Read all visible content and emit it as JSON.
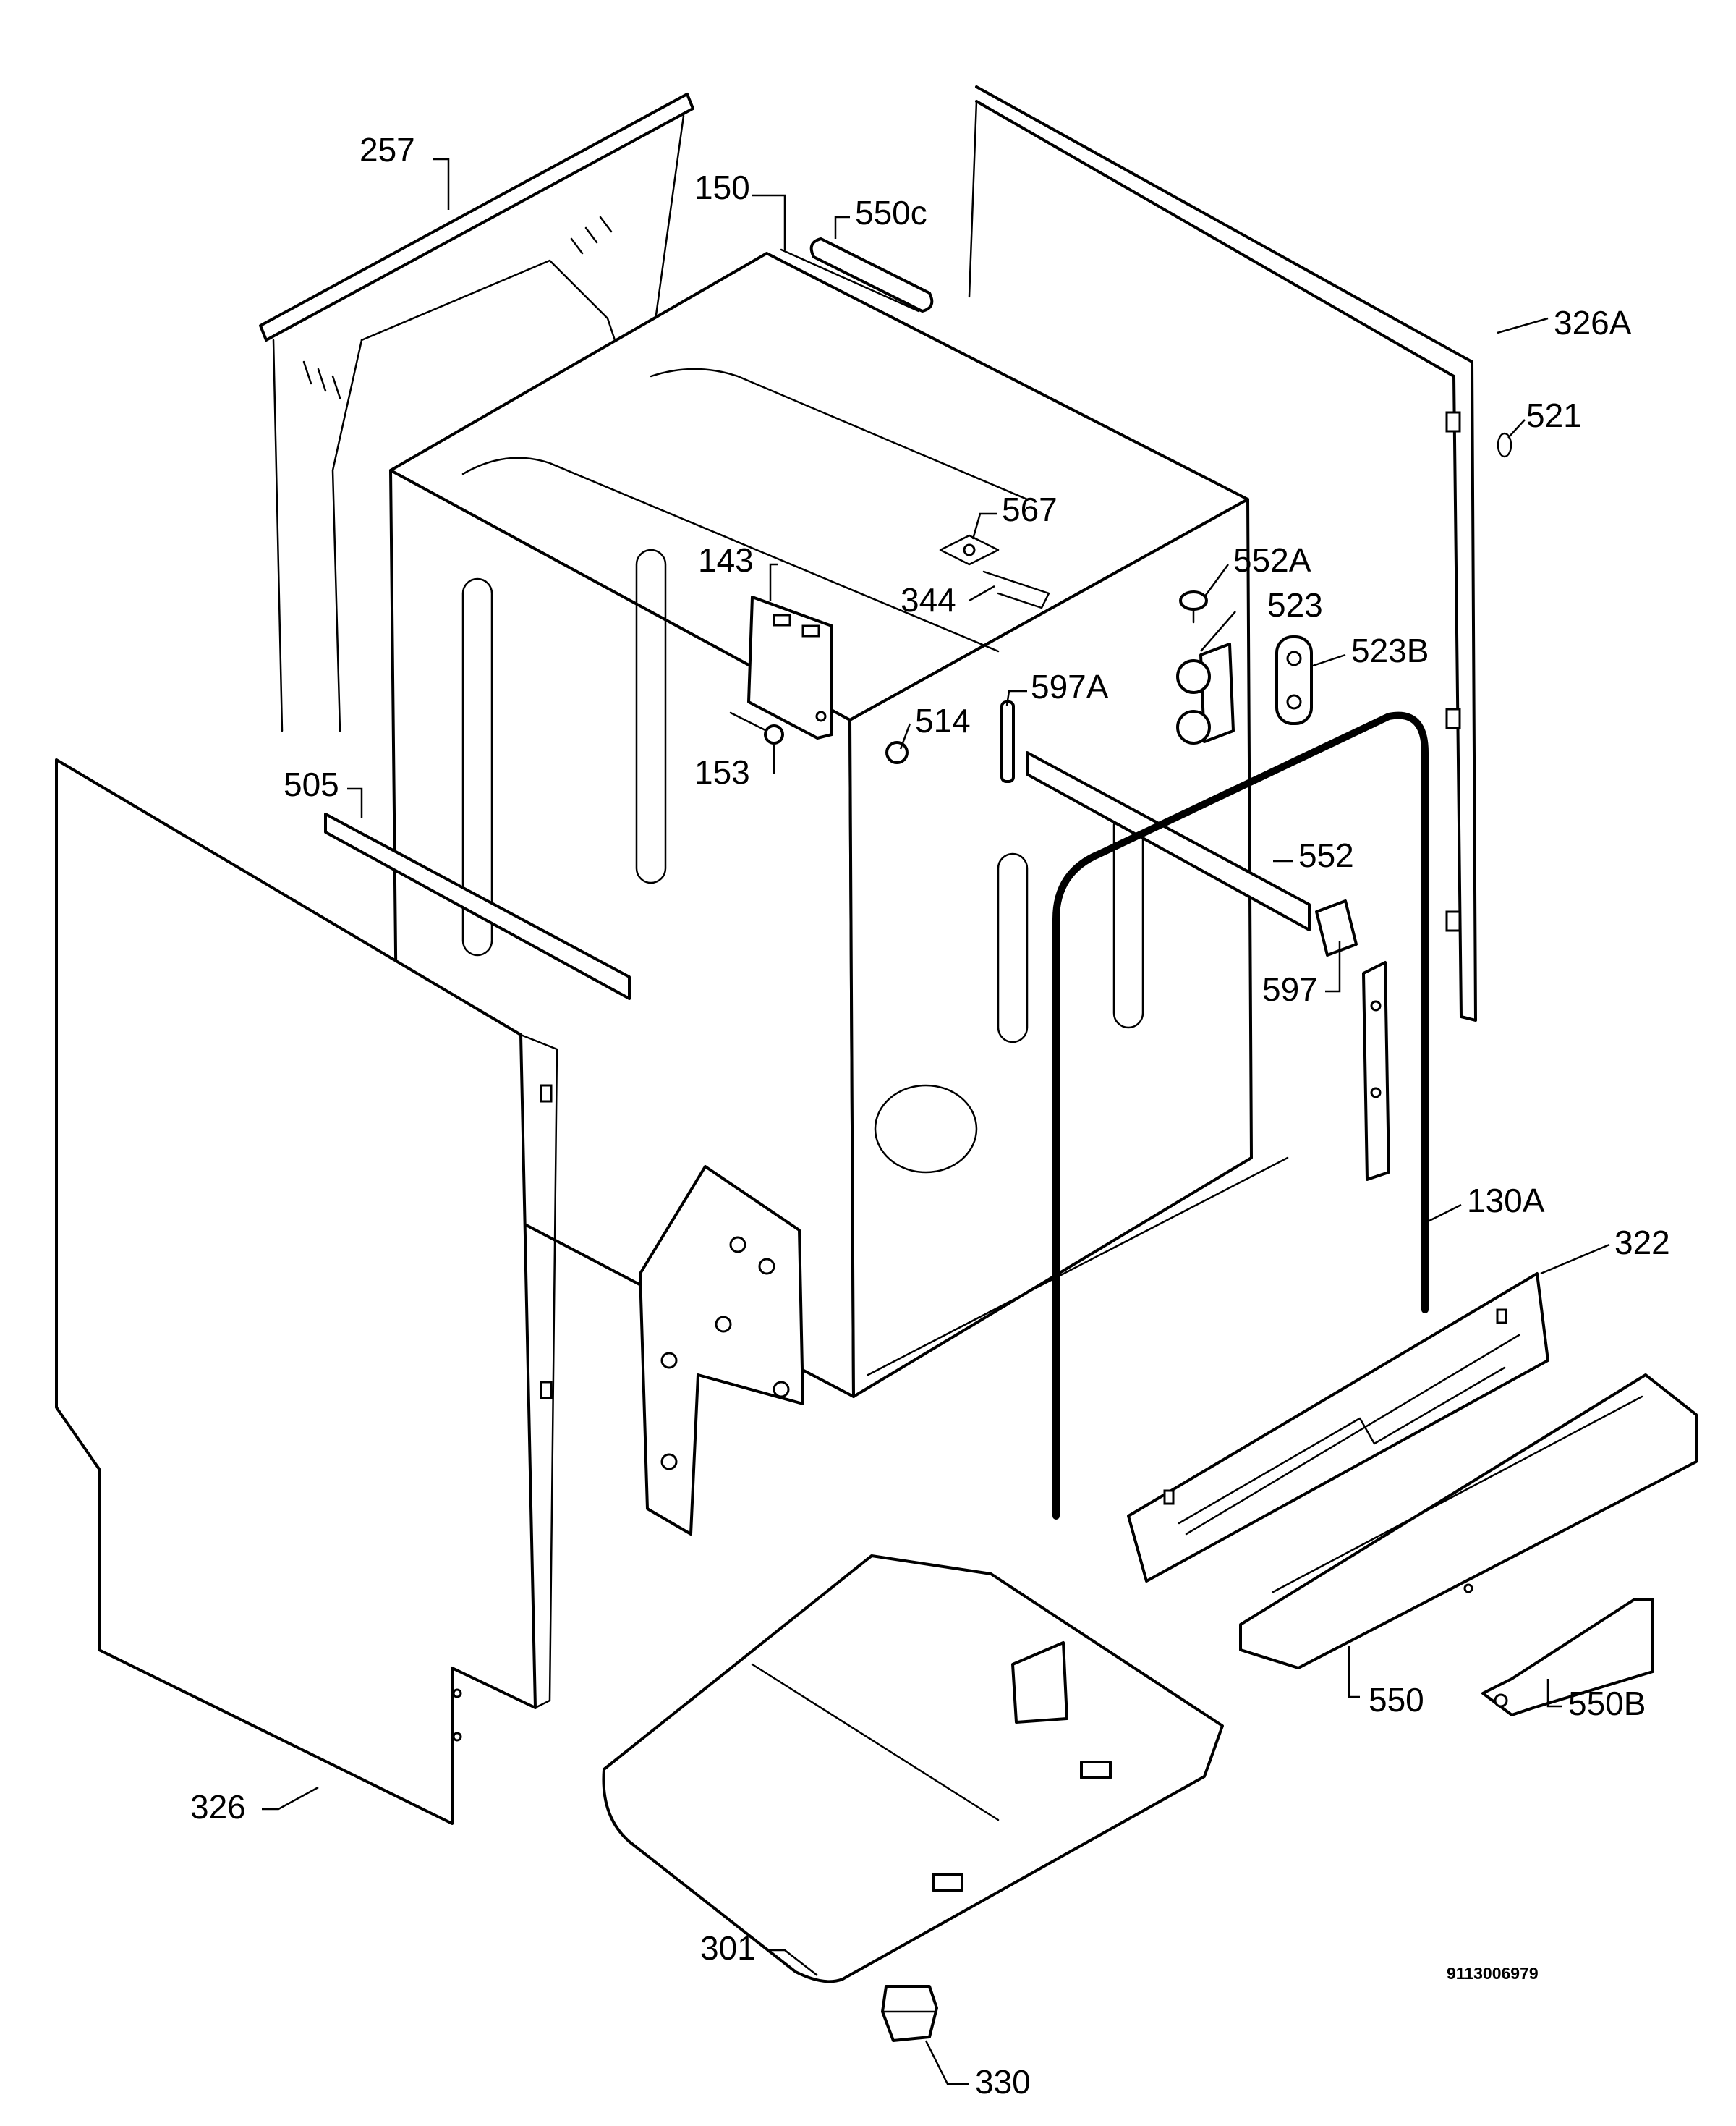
{
  "diagram": {
    "document_number": "9113006979",
    "labels": [
      {
        "id": "257",
        "text": "257"
      },
      {
        "id": "150",
        "text": "150"
      },
      {
        "id": "550c",
        "text": "550c"
      },
      {
        "id": "326a",
        "text": "326A"
      },
      {
        "id": "521",
        "text": "521"
      },
      {
        "id": "567",
        "text": "567"
      },
      {
        "id": "143",
        "text": "143"
      },
      {
        "id": "344",
        "text": "344"
      },
      {
        "id": "552a",
        "text": "552A"
      },
      {
        "id": "523",
        "text": "523"
      },
      {
        "id": "523b",
        "text": "523B"
      },
      {
        "id": "597a",
        "text": "597A"
      },
      {
        "id": "514",
        "text": "514"
      },
      {
        "id": "153",
        "text": "153"
      },
      {
        "id": "505",
        "text": "505"
      },
      {
        "id": "552",
        "text": "552"
      },
      {
        "id": "597",
        "text": "597"
      },
      {
        "id": "130a",
        "text": "130A"
      },
      {
        "id": "322",
        "text": "322"
      },
      {
        "id": "550",
        "text": "550"
      },
      {
        "id": "550b",
        "text": "550B"
      },
      {
        "id": "326",
        "text": "326"
      },
      {
        "id": "301",
        "text": "301"
      },
      {
        "id": "330",
        "text": "330"
      }
    ]
  }
}
